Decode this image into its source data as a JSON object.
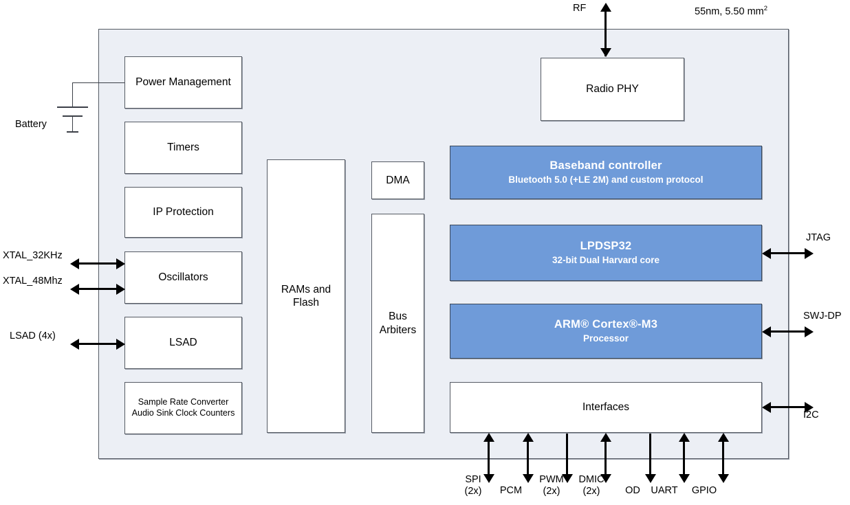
{
  "diagram": {
    "process_note": "55nm, 5.50 mm",
    "process_note_sup": "2",
    "rf_label": "RF",
    "battery_label": "Battery"
  },
  "blocks": {
    "power_management": {
      "title": "Power Management"
    },
    "timers": {
      "title": "Timers"
    },
    "ip_protection": {
      "title": "IP Protection"
    },
    "oscillators": {
      "title": "Oscillators"
    },
    "lsad": {
      "title": "LSAD"
    },
    "sample_rate": {
      "title": "Sample Rate Converter",
      "line2": "Audio Sink Clock Counters"
    },
    "rams_flash": {
      "title": "RAMs and",
      "line2": "Flash"
    },
    "dma": {
      "title": "DMA"
    },
    "bus_arbiters": {
      "title": "Bus",
      "line2": "Arbiters"
    },
    "radio_phy": {
      "title": "Radio PHY"
    },
    "baseband": {
      "title": "Baseband controller",
      "subtitle": "Bluetooth 5.0 (+LE 2M) and custom protocol"
    },
    "lpdsp32": {
      "title": "LPDSP32",
      "subtitle": "32-bit Dual Harvard core"
    },
    "cortex_m3": {
      "title": "ARM® Cortex®-M3",
      "subtitle": "Processor"
    },
    "interfaces": {
      "title": "Interfaces"
    }
  },
  "left_ports": [
    {
      "label": "XTAL_32KHz"
    },
    {
      "label": "XTAL_48Mhz"
    },
    {
      "label": "LSAD (4x)"
    }
  ],
  "right_ports": [
    {
      "label": "JTAG"
    },
    {
      "label": "SWJ-DP"
    },
    {
      "label": "I2C"
    }
  ],
  "bottom_ports": [
    {
      "label": "SPI",
      "line2": "(2x)",
      "direction": "bidirectional"
    },
    {
      "label": "PCM",
      "line2": "",
      "direction": "bidirectional"
    },
    {
      "label": "PWM",
      "line2": "(2x)",
      "direction": "down"
    },
    {
      "label": "DMIC",
      "line2": "(2x)",
      "direction": "bidirectional"
    },
    {
      "label": "OD",
      "line2": "",
      "direction": "down"
    },
    {
      "label": "UART",
      "line2": "",
      "direction": "bidirectional"
    },
    {
      "label": "GPIO",
      "line2": "",
      "direction": "bidirectional"
    }
  ],
  "colors": {
    "accent_blue": "#6f9bd9",
    "panel_bg": "#eceff5",
    "block_border": "#555a63",
    "wire": "#000000"
  }
}
